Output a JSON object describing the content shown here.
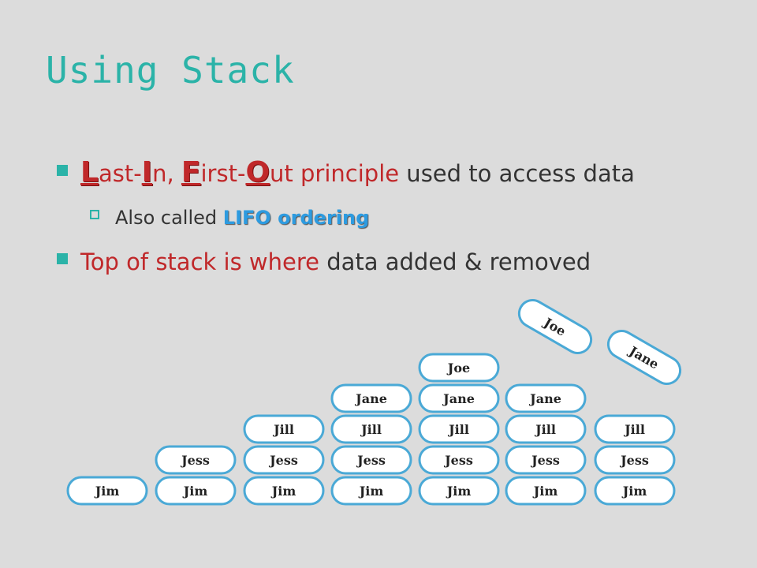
{
  "title": "Using Stack",
  "bullet1": {
    "l": "L",
    "ast": "ast-",
    "i": "I",
    "n": "n, ",
    "f": "F",
    "irst": "irst-",
    "o": "O",
    "ut": "ut principle",
    "rest": " used to access data"
  },
  "bullet1_sub": {
    "prefix": "Also called ",
    "emphasis": "LIFO ordering"
  },
  "bullet2": {
    "red": "Top of stack is where",
    "rest": " data added & removed"
  },
  "diagram": {
    "colors": {
      "pill_fill": "#ffffff",
      "pill_stroke": "#4aa9d6"
    },
    "stacks": [
      {
        "items": [
          "Jim"
        ]
      },
      {
        "items": [
          "Jim",
          "Jess"
        ]
      },
      {
        "items": [
          "Jim",
          "Jess",
          "Jill"
        ]
      },
      {
        "items": [
          "Jim",
          "Jess",
          "Jill",
          "Jane"
        ]
      },
      {
        "items": [
          "Jim",
          "Jess",
          "Jill",
          "Jane",
          "Joe"
        ]
      },
      {
        "items": [
          "Jim",
          "Jess",
          "Jill",
          "Jane"
        ],
        "popped": "Joe"
      },
      {
        "items": [
          "Jim",
          "Jess",
          "Jill"
        ],
        "popped": "Jane"
      }
    ]
  }
}
